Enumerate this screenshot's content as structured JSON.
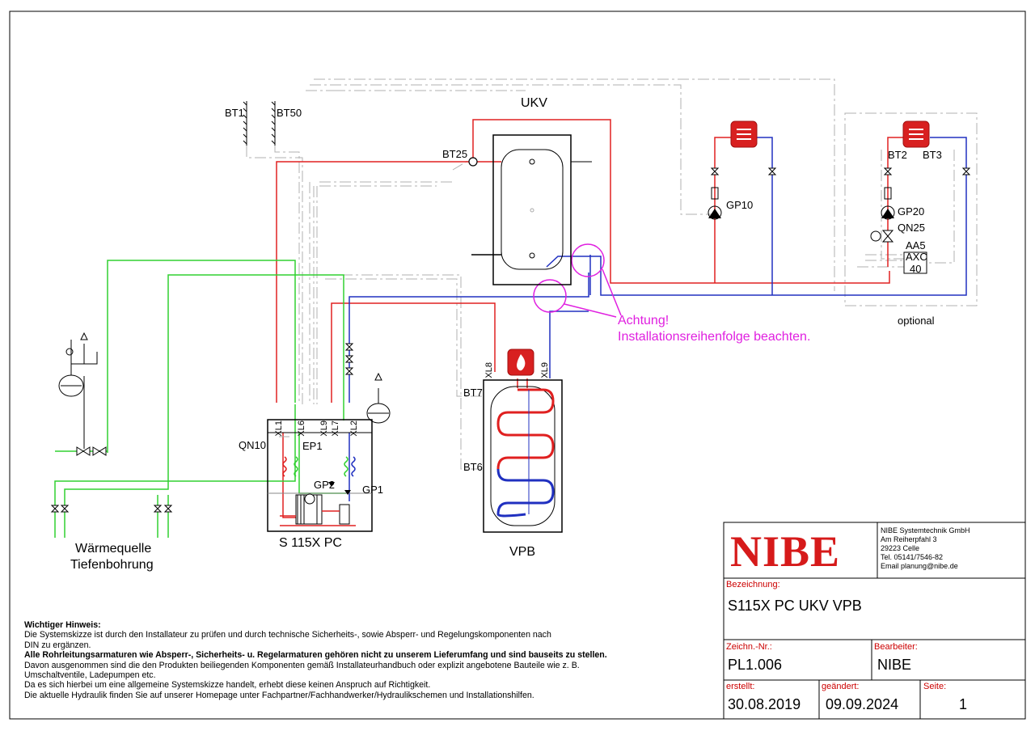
{
  "diagram": {
    "labels": {
      "bt1": "BT1",
      "bt50": "BT50",
      "ukv": "UKV",
      "bt25": "BT25",
      "gp10": "GP10",
      "bt2": "BT2",
      "bt3": "BT3",
      "gp20": "GP20",
      "qn25": "QN25",
      "aa5": "AA5",
      "axc": "AXC",
      "n40": "40",
      "optional": "optional",
      "achtung_1": "Achtung!",
      "achtung_2": "Installationsreihenfolge beachten.",
      "xl8": "XL8",
      "xl9": "XL9",
      "bt7": "BT7",
      "bt6": "BT6",
      "vpb": "VPB",
      "xl1": "XL1",
      "xl6": "XL6",
      "xl9b": "XL9",
      "xl7": "XL7",
      "xl2": "XL2",
      "qn10": "QN10",
      "ep1": "EP1",
      "gp2": "GP2",
      "gp1": "GP1",
      "unit": "S 115X PC",
      "source_1": "Wärmequelle",
      "source_2": "Tiefenbohrung"
    }
  },
  "notes": {
    "title": "Wichtiger Hinweis:",
    "line1": "Die Systemskizze ist durch den Installateur zu prüfen und durch technische Sicherheits-, sowie Absperr- und Regelungskomponenten nach",
    "line2": "DIN zu ergänzen.",
    "line3": "Alle Rohrleitungsarmaturen wie Absperr-, Sicherheits- u. Regelarmaturen gehören nicht zu unserem Lieferumfang und sind bauseits zu stellen.",
    "line4": "Davon ausgenommen sind die den Produkten beiliegenden Komponenten gemäß Installateurhandbuch oder explizit angebotene Bauteile wie z. B.",
    "line5": "Umschaltventile, Ladepumpen etc.",
    "line6": "Da es sich hierbei um eine allgemeine Systemskizze handelt, erhebt diese keinen Anspruch auf Richtigkeit.",
    "line7": "Die aktuelle Hydraulik finden Sie auf unserer Homepage unter Fachpartner/Fachhandwerker/Hydraulikschemen und Installationshilfen."
  },
  "title_block": {
    "logo": "NIBE",
    "company": [
      "NIBE Systemtechnik GmbH",
      "Am Reiherpfahl 3",
      "29223 Celle",
      "Tel. 05141/7546-82",
      "Email planung@nibe.de"
    ],
    "bezeichnung_label": "Bezeichnung:",
    "bezeichnung": "S115X PC UKV VPB",
    "zeichnr_label": "Zeichn.-Nr.:",
    "zeichnr": "PL1.006",
    "bearbeiter_label": "Bearbeiter:",
    "bearbeiter": "NIBE",
    "erstellt_label": "erstellt:",
    "erstellt": "30.08.2019",
    "geaendert_label": "geändert:",
    "geaendert": "09.09.2024",
    "seite_label": "Seite:",
    "seite": "1"
  },
  "colors": {
    "supply": "#e02020",
    "return": "#2030c0",
    "brine": "#30d030",
    "sensor": "#a0a0a0",
    "accent": "#e020e0"
  }
}
